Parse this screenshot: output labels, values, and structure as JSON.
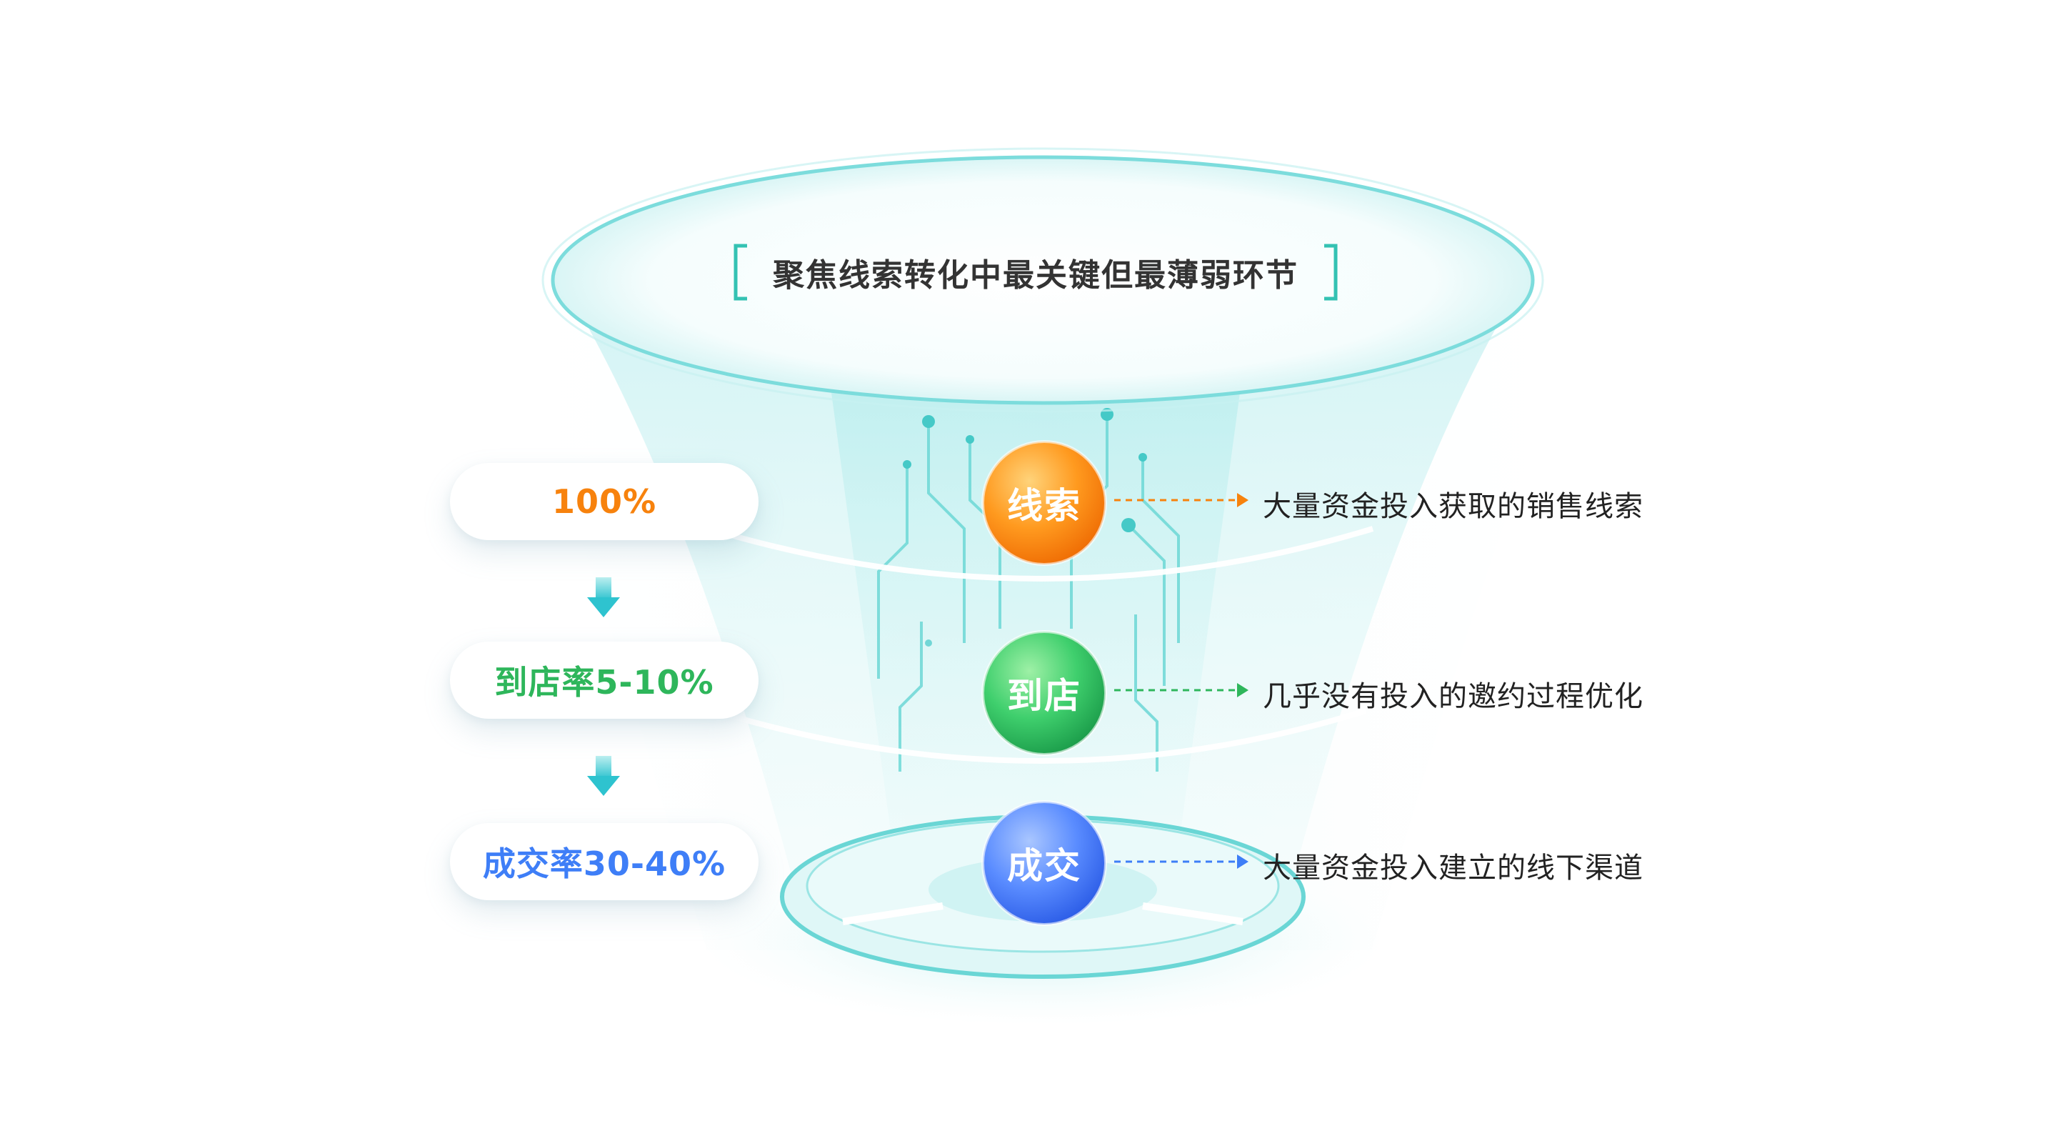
{
  "title": "聚焦线索转化中最关键但最薄弱环节",
  "stages": [
    {
      "name": "线索",
      "rate": "100%",
      "description": "大量资金投入获取的销售线索",
      "color": "#F7820D"
    },
    {
      "name": "到店",
      "rate": "到店率5-10%",
      "description": "几乎没有投入的邀约过程优化",
      "color": "#2EB65B"
    },
    {
      "name": "成交",
      "rate": "成交率30-40%",
      "description": "大量资金投入建立的线下渠道",
      "color": "#3E7EF7"
    }
  ],
  "colors": {
    "funnel": "#5FD3D6",
    "arrow": "#36C6D1",
    "title_bracket": "#34C2B3"
  }
}
